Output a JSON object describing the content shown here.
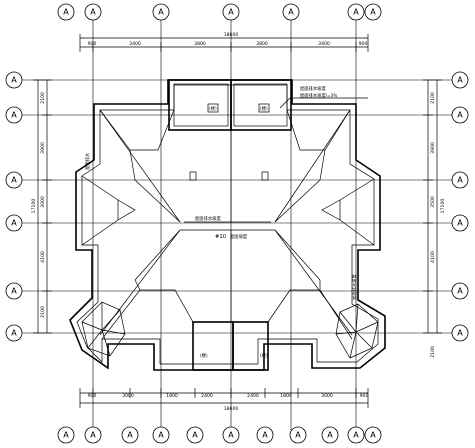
{
  "axis_label": "A",
  "dims": {
    "top_total": "18600",
    "top_segments": [
      "900",
      "3400",
      "3800",
      "3800",
      "3400",
      "900"
    ],
    "bottom_total": "18600",
    "bottom_segments": [
      "900",
      "3000",
      "1800",
      "2400",
      "2400",
      "1800",
      "3000",
      "900"
    ],
    "left_total": "17100",
    "left_segments": [
      "2100",
      "3900",
      "3000",
      "4100",
      "2100"
    ],
    "right_total": "17100",
    "right_segments": [
      "2100",
      "3900",
      "3500",
      "4100",
      "2100"
    ]
  },
  "labels": {
    "top_note_1": "屋面排水坡度",
    "top_note_2": "屋面排水坡度i=3%",
    "center_note": "屋面排水坡度",
    "center_slope": "#10",
    "center_slope_note": "屋面坡度",
    "left_note": "屋面排水",
    "right_note": "屋面排水坡度",
    "room_a": "(楼)",
    "room_b": "(楼)",
    "room_c": "(楼)",
    "room_d": "(楼)"
  }
}
